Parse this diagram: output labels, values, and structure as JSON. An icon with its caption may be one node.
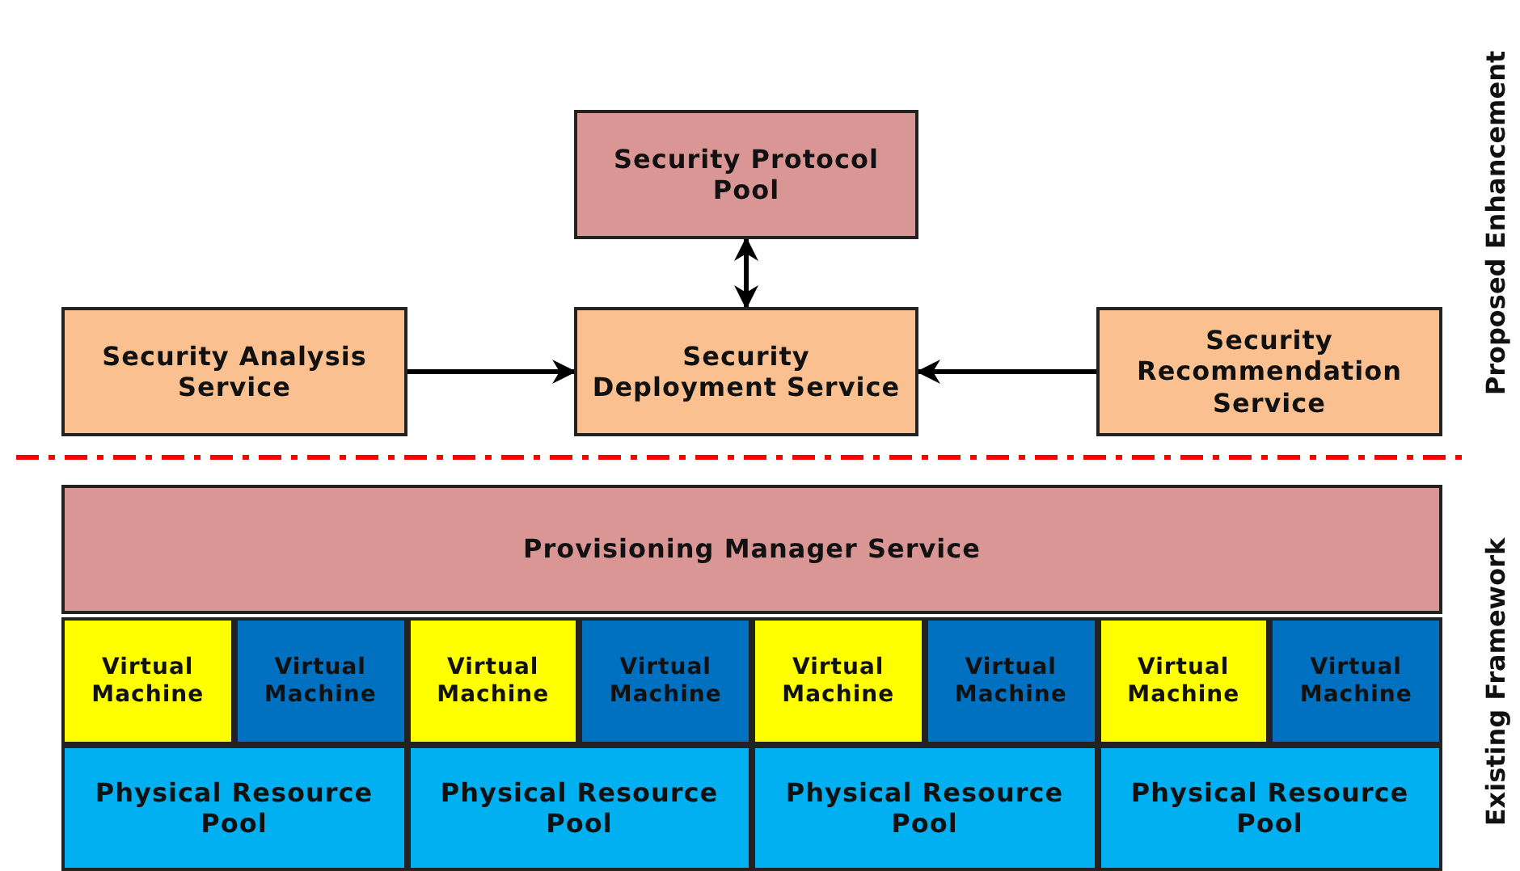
{
  "diagram": {
    "nodes": [
      {
        "text": [
          "Security Protocol Pool"
        ]
      },
      {
        "text": [
          "Security Analysis Service"
        ]
      },
      {
        "text": [
          "Security Deployment Service"
        ]
      },
      {
        "text": [
          "Security Recommendation Service"
        ]
      },
      {
        "text": [
          "Provisioning Manager Service"
        ]
      },
      {
        "text": [
          "Virtual Machine"
        ]
      },
      {
        "text": [
          "Virtual Machine"
        ]
      },
      {
        "text": [
          "Virtual Machine"
        ]
      },
      {
        "text": [
          "Virtual Machine"
        ]
      },
      {
        "text": [
          "Virtual Machine"
        ]
      },
      {
        "text": [
          "Virtual Machine"
        ]
      },
      {
        "text": [
          "Virtual Machine"
        ]
      },
      {
        "text": [
          "Virtual Machine"
        ]
      },
      {
        "text": [
          "Physical Resource Pool"
        ]
      },
      {
        "text": [
          "Physical Resource Pool"
        ]
      },
      {
        "text": [
          "Physical Resource Pool"
        ]
      },
      {
        "text": [
          "Physical Resource Pool"
        ]
      }
    ],
    "edges": [
      {
        "from": 0,
        "to": 2,
        "arrow": "both"
      },
      {
        "from": 1,
        "to": 2,
        "arrow": "to"
      },
      {
        "from": 3,
        "to": 2,
        "arrow": "to"
      }
    ],
    "labels": [
      "Proposed Enhancement",
      "Existing Framework"
    ]
  }
}
